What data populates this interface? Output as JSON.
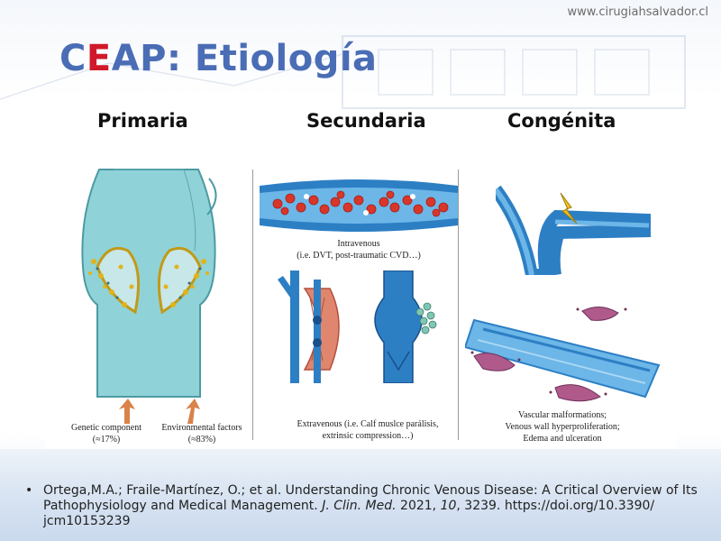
{
  "site_url": "www.cirugiahsalvador.cl",
  "title": {
    "prefix_c": "C",
    "prefix_e": "E",
    "rest": "AP: Etiología"
  },
  "columns": {
    "primaria": "Primaria",
    "secundaria": "Secundaria",
    "congenita": "Congénita"
  },
  "captions": {
    "genetic": "Genetic component",
    "genetic_pct": "(≈17%)",
    "environmental": "Environmental factors",
    "environmental_pct": "(≈83%)",
    "intravenous": "Intravenous",
    "intravenous_detail": "(i.e. DVT, post-traumatic CVD…)",
    "extravenous": "Extravenous (i.e. Calf muslce parálisis,",
    "extravenous_detail": "extrinsic compression…)",
    "vascular": "Vascular malformations;",
    "venous_wall": "Venous wall hyperproliferation;",
    "edema": "Edema and ulceration"
  },
  "reference": {
    "bullet": "•",
    "part1": "Ortega,M.A.; Fraile-Martínez, O.; et al. Understanding Chronic Venous Disease: A Critical Overview of Its Pathophysiology and Medical Management. ",
    "journal": "J. Clin. Med.",
    "part2": " 2021, ",
    "volume": "10",
    "part3": ", 3239. https://doi.org/10.3390/ jcm10153239"
  },
  "colors": {
    "title_blue": "#4a6db5",
    "title_red": "#d0192a",
    "vein_teal": "#8fd3d8",
    "vein_blue": "#2d7fc4",
    "blood_red": "#d9362a",
    "arrow_orange": "#d9824a"
  }
}
